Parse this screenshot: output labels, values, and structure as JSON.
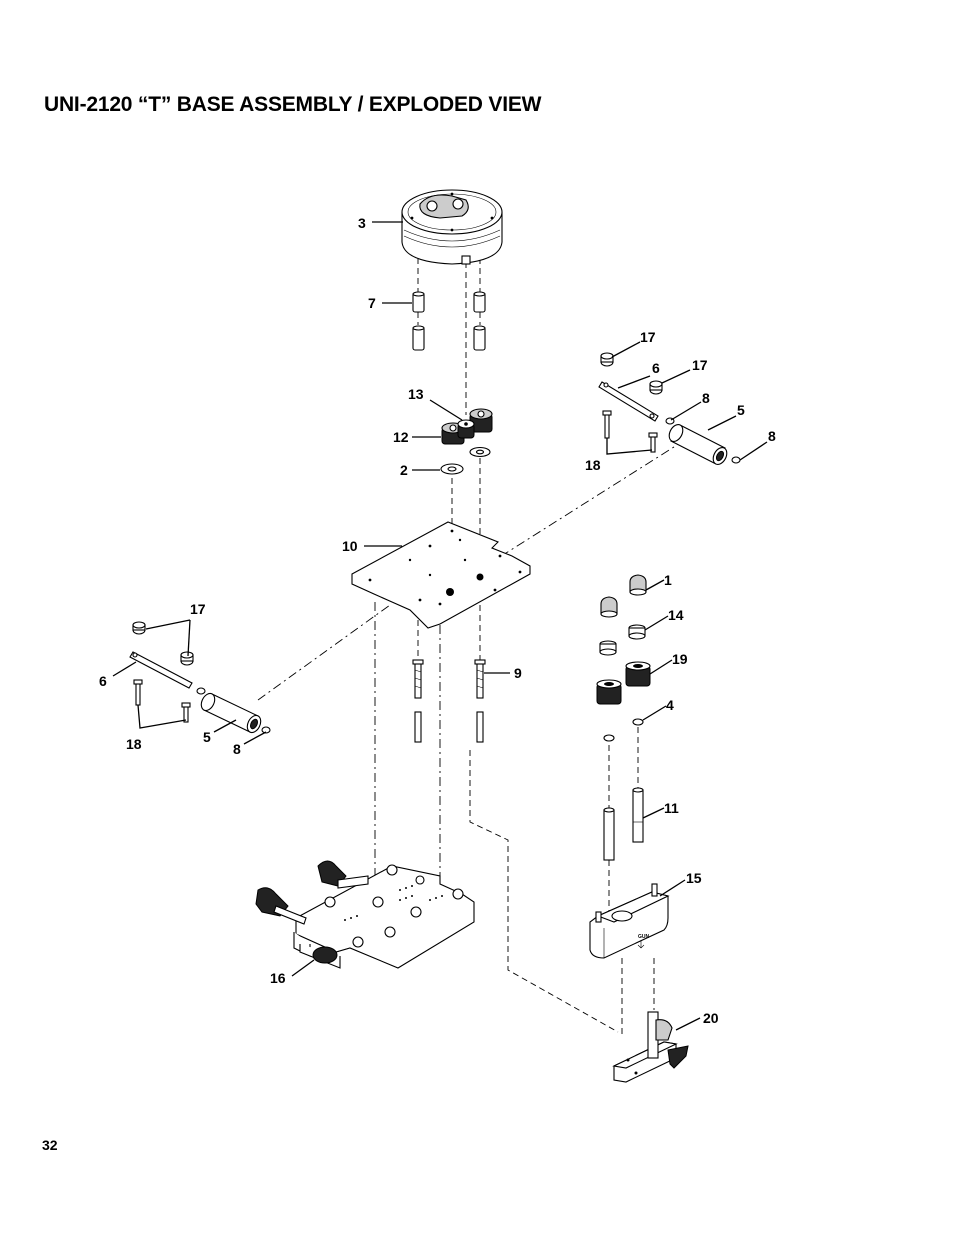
{
  "page": {
    "title": "UNI-2120 “T” BASE ASSEMBLY / EXPLODED VIEW",
    "page_number": "32"
  },
  "callouts": {
    "c1": "1",
    "c2": "2",
    "c3": "3",
    "c4": "4",
    "c5a": "5",
    "c5b": "5",
    "c6a": "6",
    "c6b": "6",
    "c7": "7",
    "c8a": "8",
    "c8b": "8",
    "c8c": "8",
    "c9": "9",
    "c10": "10",
    "c11": "11",
    "c12": "12",
    "c13": "13",
    "c14": "14",
    "c15": "15",
    "c16": "16",
    "c17a": "17",
    "c17b": "17",
    "c17c": "17",
    "c18a": "18",
    "c18b": "18",
    "c19": "19",
    "c20": "20"
  },
  "stamp_text": "GUN"
}
